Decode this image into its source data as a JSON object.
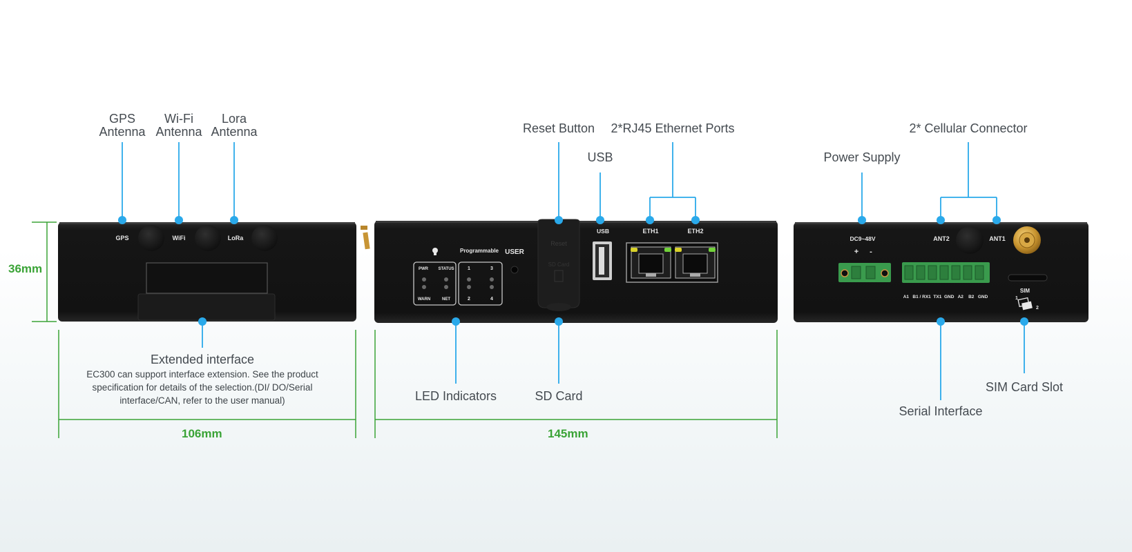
{
  "panels": {
    "left": {
      "callouts": {
        "gps": [
          "GPS",
          "Antenna"
        ],
        "wifi": [
          "Wi-Fi",
          "Antenna"
        ],
        "lora": [
          "Lora",
          "Antenna"
        ]
      },
      "silk": {
        "gps": "GPS",
        "wifi": "WiFi",
        "lora": "LoRa"
      },
      "extended_title": "Extended interface",
      "extended_desc": "EC300 can support interface extension. See the product specification for details of the selection.(DI/ DO/Serial interface/CAN, refer to the user manual)"
    },
    "middle": {
      "callouts": {
        "reset": "Reset Button",
        "usb": "USB",
        "eth": "2*RJ45 Ethernet Ports",
        "led": "LED Indicators",
        "sd": "SD Card"
      },
      "silk": {
        "programmable": "Programmable",
        "user": "USER",
        "pwr": "PWR",
        "status": "STATUS",
        "warn": "WARN",
        "net": "NET",
        "n1": "1",
        "n2": "2",
        "n3": "3",
        "n4": "4",
        "usb": "USB",
        "eth1": "ETH1",
        "eth2": "ETH2",
        "reset": "Reset",
        "sdcard": "SD Card"
      }
    },
    "right": {
      "callouts": {
        "power": "Power Supply",
        "cellular": "2* Cellular Connector",
        "serial": "Serial Interface",
        "sim": "SIM Card Slot"
      },
      "silk": {
        "dc": "DC9~48V",
        "plus": "+",
        "minus": "-",
        "ant2": "ANT2",
        "ant1": "ANT1",
        "pins": "A1   B1 / RX1  TX1  GND   A2    B2   GND",
        "sim": "SIM",
        "sim1": "1",
        "sim2": "2"
      }
    }
  },
  "dimensions": {
    "height": "36mm",
    "width_left": "106mm",
    "width_middle": "145mm"
  },
  "colors": {
    "callout": "#2aa9ea",
    "dimension": "#3aa336",
    "device": "#141414",
    "text": "#444a50"
  }
}
